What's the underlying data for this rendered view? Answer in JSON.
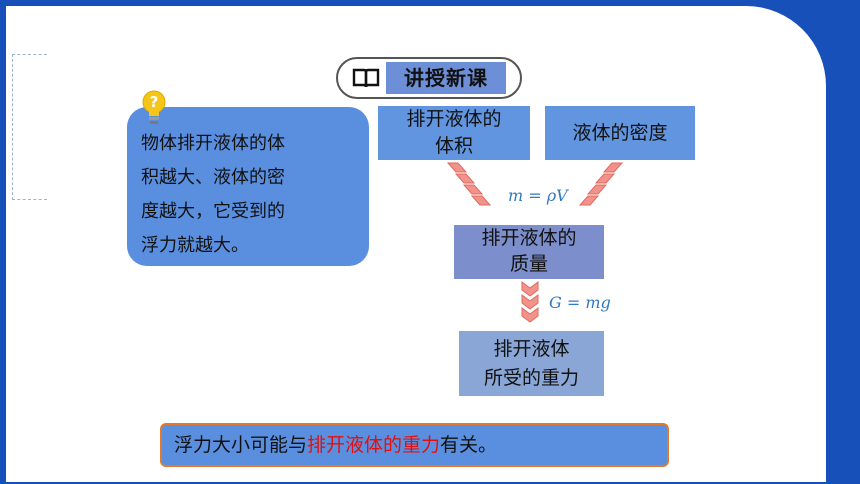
{
  "badge": {
    "label": "讲授新课",
    "icon": "book-icon"
  },
  "bubble": {
    "lines": [
      "物体排开液体的体",
      "积越大、液体的密",
      "度越大，它受到的",
      "浮力就越大。"
    ],
    "icon": "question-bulb-icon"
  },
  "flow": {
    "volume": {
      "line1": "排开液体的",
      "line2": "体积"
    },
    "density": {
      "label": "液体的密度"
    },
    "mass": {
      "line1": "排开液体的",
      "line2": "质量"
    },
    "gravity": {
      "line1": "排开液体",
      "line2": "所受的重力"
    },
    "formula_mass": "m = ρV",
    "formula_gravity": "G = mg"
  },
  "conclusion": {
    "prefix": "浮力大小可能与",
    "highlight": "排开液体的重力",
    "suffix": "有关。"
  },
  "colors": {
    "frame": "#1750b8",
    "box": "#6295e0",
    "highlight": "#e01010",
    "border_accent": "#e07a30"
  }
}
